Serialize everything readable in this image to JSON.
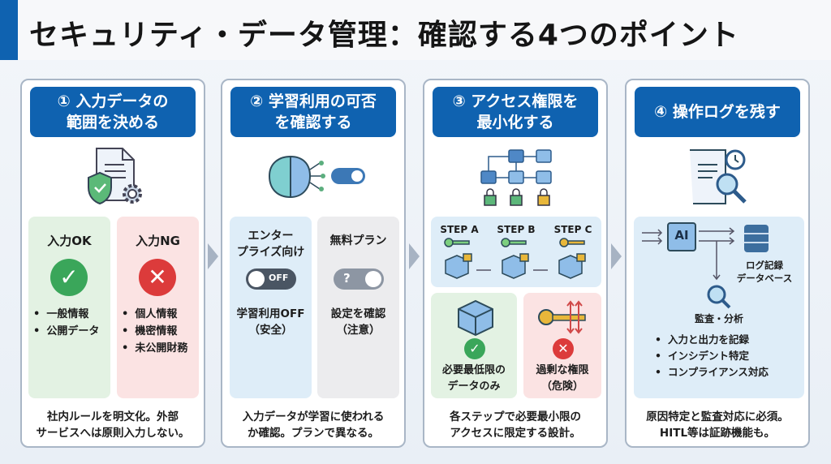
{
  "title": "セキュリティ・データ管理：確認する4つのポイント",
  "colors": {
    "brand": "#0f62b0",
    "ok": "#3aa65a",
    "ng": "#dc3b3b"
  },
  "panels": [
    {
      "heading": "① 入力データの\n範囲を決める",
      "icon": "document-shield-gear-icon",
      "ok": {
        "title": "入力OK",
        "items": [
          "一般情報",
          "公開データ"
        ]
      },
      "ng": {
        "title": "入力NG",
        "items": [
          "個人情報",
          "機密情報",
          "未公開財務"
        ]
      },
      "footer": "社内ルールを明文化。外部\nサービスへは原則入力しない。"
    },
    {
      "heading": "② 学習利用の可否\nを確認する",
      "icon": "brain-toggle-icon",
      "enterprise": {
        "title": "エンター\nプライズ向け",
        "toggle": "OFF",
        "caption": "学習利用OFF\n（安全）"
      },
      "free": {
        "title": "無料プラン",
        "toggle": "?",
        "caption": "設定を確認\n（注意）"
      },
      "footer": "入力データが学習に使われる\nか確認。プランで異なる。"
    },
    {
      "heading": "③ アクセス権限を\n最小化する",
      "icon": "workflow-locks-icon",
      "steps": [
        "STEP A",
        "STEP B",
        "STEP C"
      ],
      "ok": "必要最低限の\nデータのみ",
      "ng": "過剰な権限\n（危険）",
      "footer": "各ステップで必要最小限の\nアクセスに限定する設計。"
    },
    {
      "heading": "④ 操作ログを残す",
      "icon": "log-scroll-search-icon",
      "ai": "AI",
      "db": "ログ記録\nデータベース",
      "audit": "監査・分析",
      "items": [
        "入力と出力を記録",
        "インシデント特定",
        "コンプライアンス対応"
      ],
      "footer": "原因特定と監査対応に必須。\nHITL等は証跡機能も。"
    }
  ]
}
